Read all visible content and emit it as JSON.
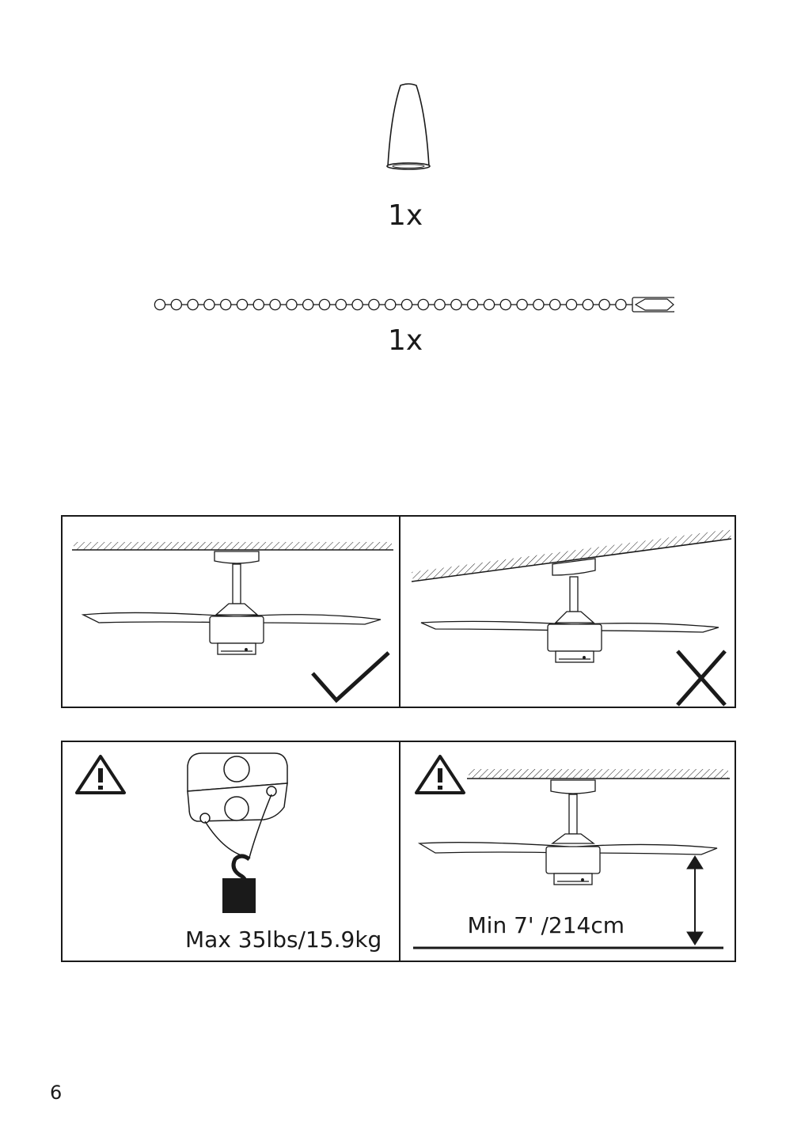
{
  "parts": [
    {
      "name": "fan-cap",
      "quantity": "1x"
    },
    {
      "name": "pull-chain",
      "quantity": "1x"
    }
  ],
  "mounting_guidance": {
    "flat_ceiling": {
      "verdict_icon": "check-mark-icon"
    },
    "sloped_ceiling": {
      "verdict_icon": "cross-mark-icon"
    }
  },
  "warnings": {
    "load": {
      "icon": "warning-triangle-icon",
      "text": "Max 35lbs/15.9kg"
    },
    "clearance": {
      "icon": "warning-triangle-icon",
      "text": "Min 7' /214cm"
    }
  },
  "page_number": "6",
  "colors": {
    "ink": "#1a1a1a",
    "weight_fill": "#1a1a1a",
    "paper": "#ffffff"
  }
}
